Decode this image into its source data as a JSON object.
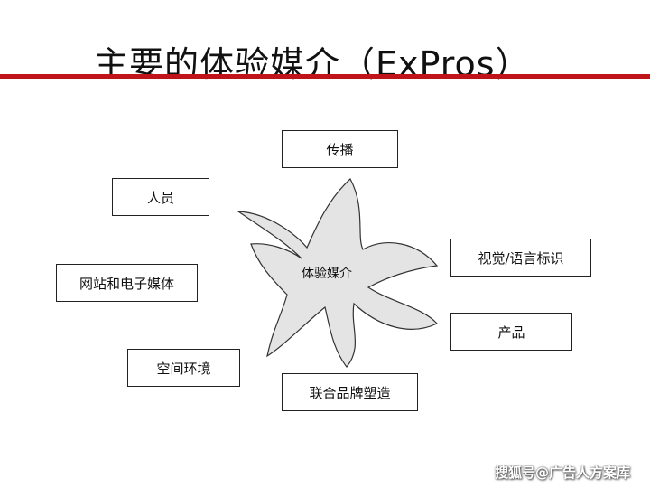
{
  "slide": {
    "title": "主要的体验媒介（ExPros）",
    "center_label": "体验媒介",
    "nodes": {
      "communication": "传播",
      "people": "人员",
      "visual_verbal_identity": "视觉/语言标识",
      "website_electronic_media": "网站和电子媒体",
      "product": "产品",
      "spatial_environment": "空间环境",
      "co_branding": "联合品牌塑造"
    },
    "watermark": "搜狐号@广告人方案库"
  },
  "colors": {
    "title_rule": "#c0141b",
    "star_fill": "#e4e4e4",
    "star_stroke": "#333333"
  }
}
